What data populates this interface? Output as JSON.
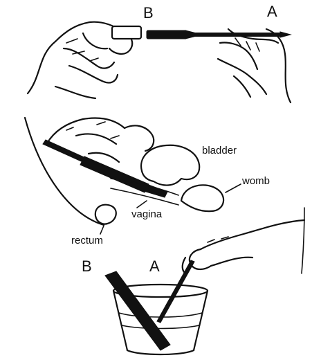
{
  "top_panel": {
    "label_b": "B",
    "label_a": "A"
  },
  "middle_panel": {
    "label_bladder": "bladder",
    "label_womb": "womb",
    "label_vagina": "vagina",
    "label_rectum": "rectum"
  },
  "bottom_panel": {
    "label_b": "B",
    "label_a": "A"
  }
}
